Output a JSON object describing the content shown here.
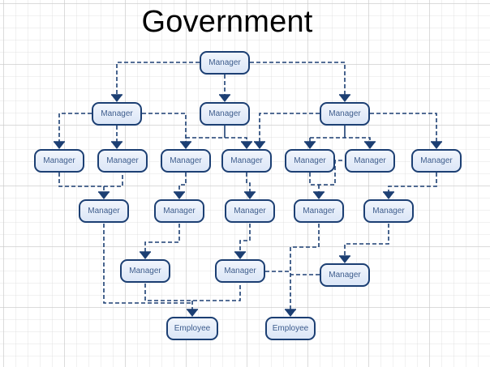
{
  "title": "Government",
  "colors": {
    "line": "#1c3f73",
    "node_border": "#1c3f73",
    "node_fill_top": "#f1f5fc",
    "node_fill_bottom": "#dbe6f7",
    "node_text": "#3d5c8c"
  },
  "nodes": [
    {
      "id": "m1",
      "label": "Manager",
      "level": 1
    },
    {
      "id": "m2a",
      "label": "Manager",
      "level": 2
    },
    {
      "id": "m2b",
      "label": "Manager",
      "level": 2
    },
    {
      "id": "m2c",
      "label": "Manager",
      "level": 2
    },
    {
      "id": "m3a",
      "label": "Manager",
      "level": 3
    },
    {
      "id": "m3b",
      "label": "Manager",
      "level": 3
    },
    {
      "id": "m3c",
      "label": "Manager",
      "level": 3
    },
    {
      "id": "m3d",
      "label": "Manager",
      "level": 3
    },
    {
      "id": "m3e",
      "label": "Manager",
      "level": 3
    },
    {
      "id": "m3f",
      "label": "Manager",
      "level": 3
    },
    {
      "id": "m3g",
      "label": "Manager",
      "level": 3
    },
    {
      "id": "m4a",
      "label": "Manager",
      "level": 4
    },
    {
      "id": "m4b",
      "label": "Manager",
      "level": 4
    },
    {
      "id": "m4c",
      "label": "Manager",
      "level": 4
    },
    {
      "id": "m4d",
      "label": "Manager",
      "level": 4
    },
    {
      "id": "m4e",
      "label": "Manager",
      "level": 4
    },
    {
      "id": "m5a",
      "label": "Manager",
      "level": 5
    },
    {
      "id": "m5b",
      "label": "Manager",
      "level": 5
    },
    {
      "id": "m5c",
      "label": "Manager",
      "level": 5
    },
    {
      "id": "e1",
      "label": "Employee",
      "level": 6
    },
    {
      "id": "e2",
      "label": "Employee",
      "level": 6
    }
  ],
  "edges": [
    {
      "from": "m1",
      "to": "m2a"
    },
    {
      "from": "m1",
      "to": "m2b"
    },
    {
      "from": "m1",
      "to": "m2c"
    },
    {
      "from": "m2a",
      "to": "m3a"
    },
    {
      "from": "m2a",
      "to": "m3b"
    },
    {
      "from": "m2a",
      "to": "m3c"
    },
    {
      "from": "m2b",
      "to": "m3c"
    },
    {
      "from": "m2b",
      "to": "m3d"
    },
    {
      "from": "m2c",
      "to": "m3d"
    },
    {
      "from": "m2c",
      "to": "m3e"
    },
    {
      "from": "m2c",
      "to": "m3f"
    },
    {
      "from": "m2c",
      "to": "m3g"
    },
    {
      "from": "m3a",
      "to": "m4a"
    },
    {
      "from": "m3b",
      "to": "m4a"
    },
    {
      "from": "m3c",
      "to": "m4b"
    },
    {
      "from": "m3d",
      "to": "m4c"
    },
    {
      "from": "m3e",
      "to": "m4d"
    },
    {
      "from": "m3f",
      "to": "m4d"
    },
    {
      "from": "m3g",
      "to": "m4e"
    },
    {
      "from": "m4b",
      "to": "m5a"
    },
    {
      "from": "m4c",
      "to": "m5b"
    },
    {
      "from": "m4e",
      "to": "m5c"
    },
    {
      "from": "m4a",
      "to": "e1"
    },
    {
      "from": "m5a",
      "to": "e1"
    },
    {
      "from": "m5b",
      "to": "e1"
    },
    {
      "from": "m4d",
      "to": "e2"
    },
    {
      "from": "m5b",
      "to": "e2"
    },
    {
      "from": "m5c",
      "to": "e2"
    }
  ]
}
